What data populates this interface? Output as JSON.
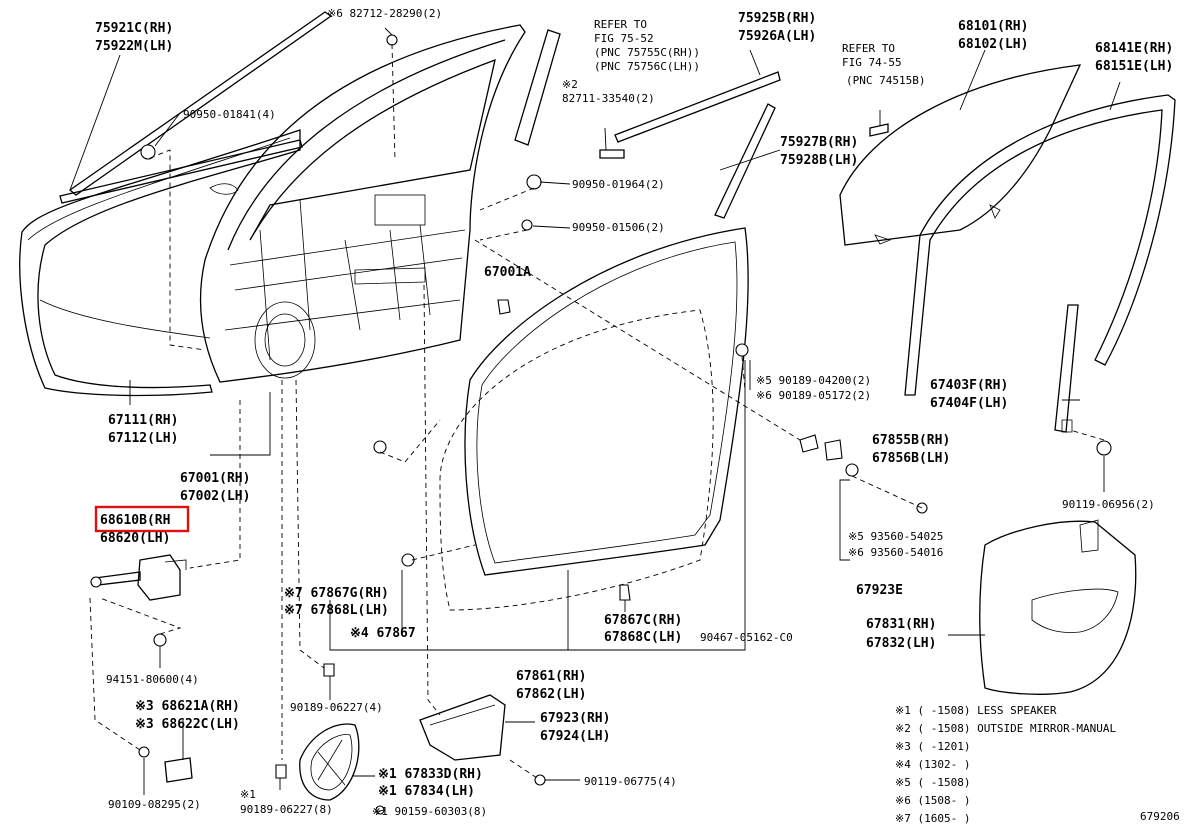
{
  "labels": {
    "l75921": "75921C(RH)",
    "l75922": "75922M(LH)",
    "l82712": "※6 82712-28290(2)",
    "refer1a": "REFER TO",
    "refer1b": "FIG 75-52",
    "refer1c": "(PNC 75755C(RH))",
    "refer1d": "(PNC 75756C(LH))",
    "l82711a": "※2",
    "l82711b": "82711-33540(2)",
    "l75925": "75925B(RH)",
    "l75926": "75926A(LH)",
    "refer2a": "REFER TO",
    "refer2b": "FIG 74-55",
    "refer2c": "(PNC 74515B)",
    "l68101": "68101(RH)",
    "l68102": "68102(LH)",
    "l68141": "68141E(RH)",
    "l68151": "68151E(LH)",
    "l90950a": "90950-01841(4)",
    "l75927": "75927B(RH)",
    "l75928": "75928B(LH)",
    "l90950b": "90950-01964(2)",
    "l90950c": "90950-01506(2)",
    "l67001a": "67001A",
    "l90189a": "※5 90189-04200(2)",
    "l90189b": "※6 90189-05172(2)",
    "l67403": "67403F(RH)",
    "l67404": "67404F(LH)",
    "l67111": "67111(RH)",
    "l67112": "67112(LH)",
    "l67855": "67855B(RH)",
    "l67856": "67856B(LH)",
    "l67001": "67001(RH)",
    "l67002": "67002(LH)",
    "l90119a": "90119-06956(2)",
    "l68610": "68610B(RH",
    "l68620": "68620(LH)",
    "l93560a": "※5 93560-54025",
    "l93560b": "※6 93560-54016",
    "l67923e": "67923E",
    "l67867g": "※7 67867G(RH)",
    "l67868l": "※7 67868L(LH)",
    "l67867": "※4 67867",
    "l67867c": "67867C(RH)",
    "l67868c": "67868C(LH)",
    "l90467": "90467-05162-C0",
    "l67831": "67831(RH)",
    "l67832": "67832(LH)",
    "l94151": "94151-80600(4)",
    "l67861": "67861(RH)",
    "l67862": "67862(LH)",
    "l68621": "※3 68621A(RH)",
    "l68622": "※3 68622C(LH)",
    "l90189c": "90189-06227(4)",
    "l67923": "67923(RH)",
    "l67924": "67924(LH)",
    "l67833": "※1 67833D(RH)",
    "l67834": "※1 67834(LH)",
    "l90119b": "90119-06775(4)",
    "l90109": "90109-08295(2)",
    "l90189d1": "※1",
    "l90189d2": "90189-06227(8)",
    "l90159": "※1 90159-60303(8)",
    "figno": "679206"
  },
  "notes": [
    "※1 (     -1508) LESS SPEAKER",
    "※2 (     -1508) OUTSIDE MIRROR-MANUAL",
    "※3 (     -1201)",
    "※4 (1302-     )",
    "※5 (     -1508)",
    "※6 (1508-     )",
    "※7 (1605-     )"
  ],
  "highlight_color": "#e01010"
}
